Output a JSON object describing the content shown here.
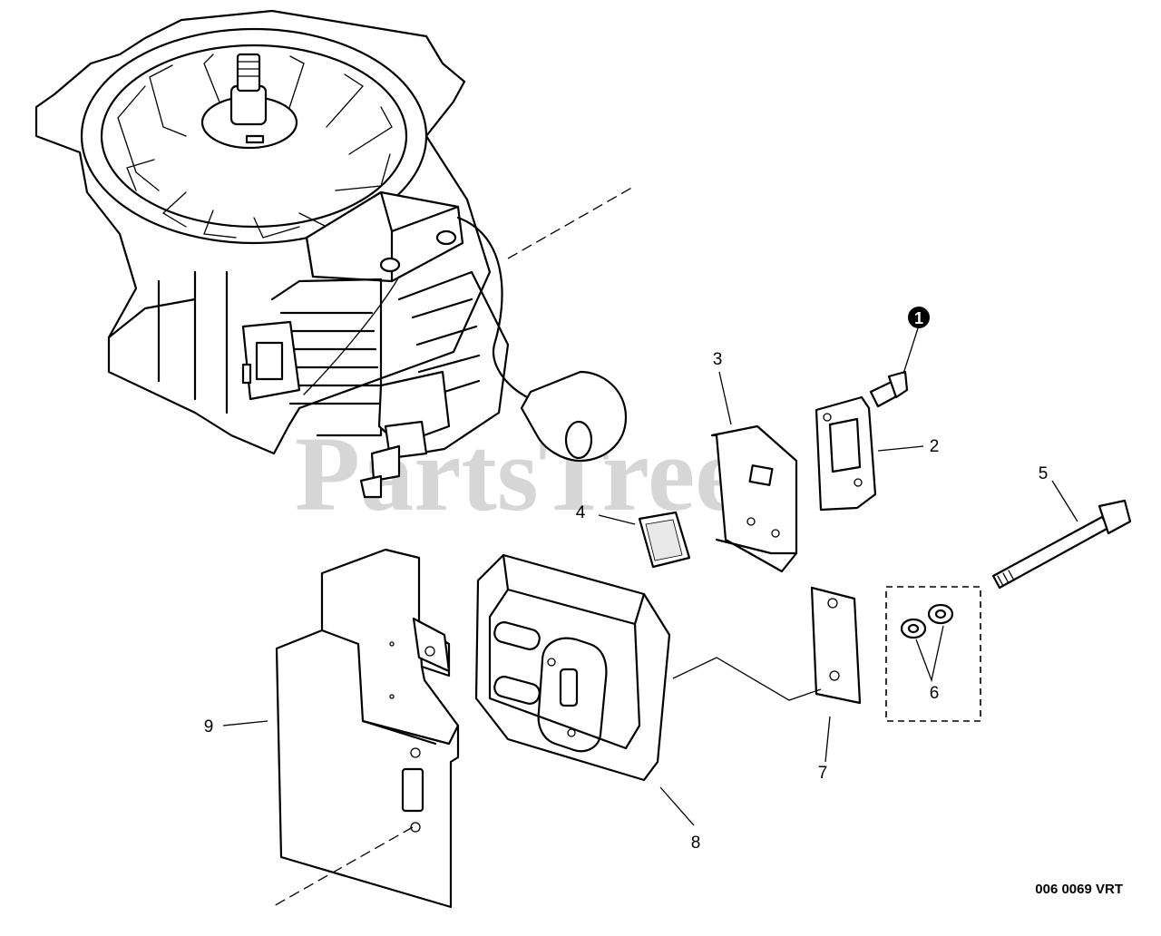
{
  "watermark": "PartsTree",
  "drawing_code": "006 0069 VRT",
  "callouts": {
    "c1": "1",
    "c2": "2",
    "c3": "3",
    "c4": "4",
    "c5": "5",
    "c6": "6",
    "c7": "7",
    "c8": "8",
    "c9": "9"
  },
  "colors": {
    "ink": "#000000",
    "paper": "#ffffff",
    "watermark": "#d6d6d6"
  }
}
